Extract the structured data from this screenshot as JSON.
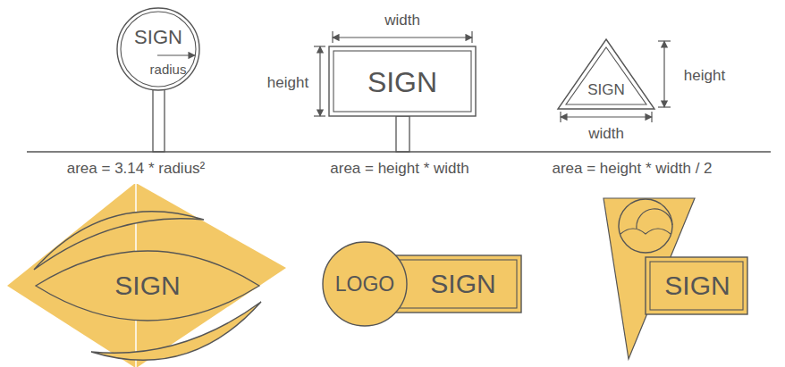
{
  "diagram": {
    "nodes": [
      {
        "text": [
          "SIGN",
          "radius"
        ]
      },
      {
        "text": [
          "SIGN"
        ]
      },
      {
        "text": [
          "SIGN"
        ]
      },
      {
        "text": [
          "SIGN"
        ]
      },
      {
        "text": [
          "LOGO"
        ]
      },
      {
        "text": [
          "SIGN"
        ]
      },
      {
        "text": [
          "SIGN"
        ]
      }
    ],
    "labels": [
      "width",
      "height",
      "height",
      "width",
      "area = 3.14 * radius²",
      "area = height * width",
      "area = height * width / 2"
    ]
  }
}
